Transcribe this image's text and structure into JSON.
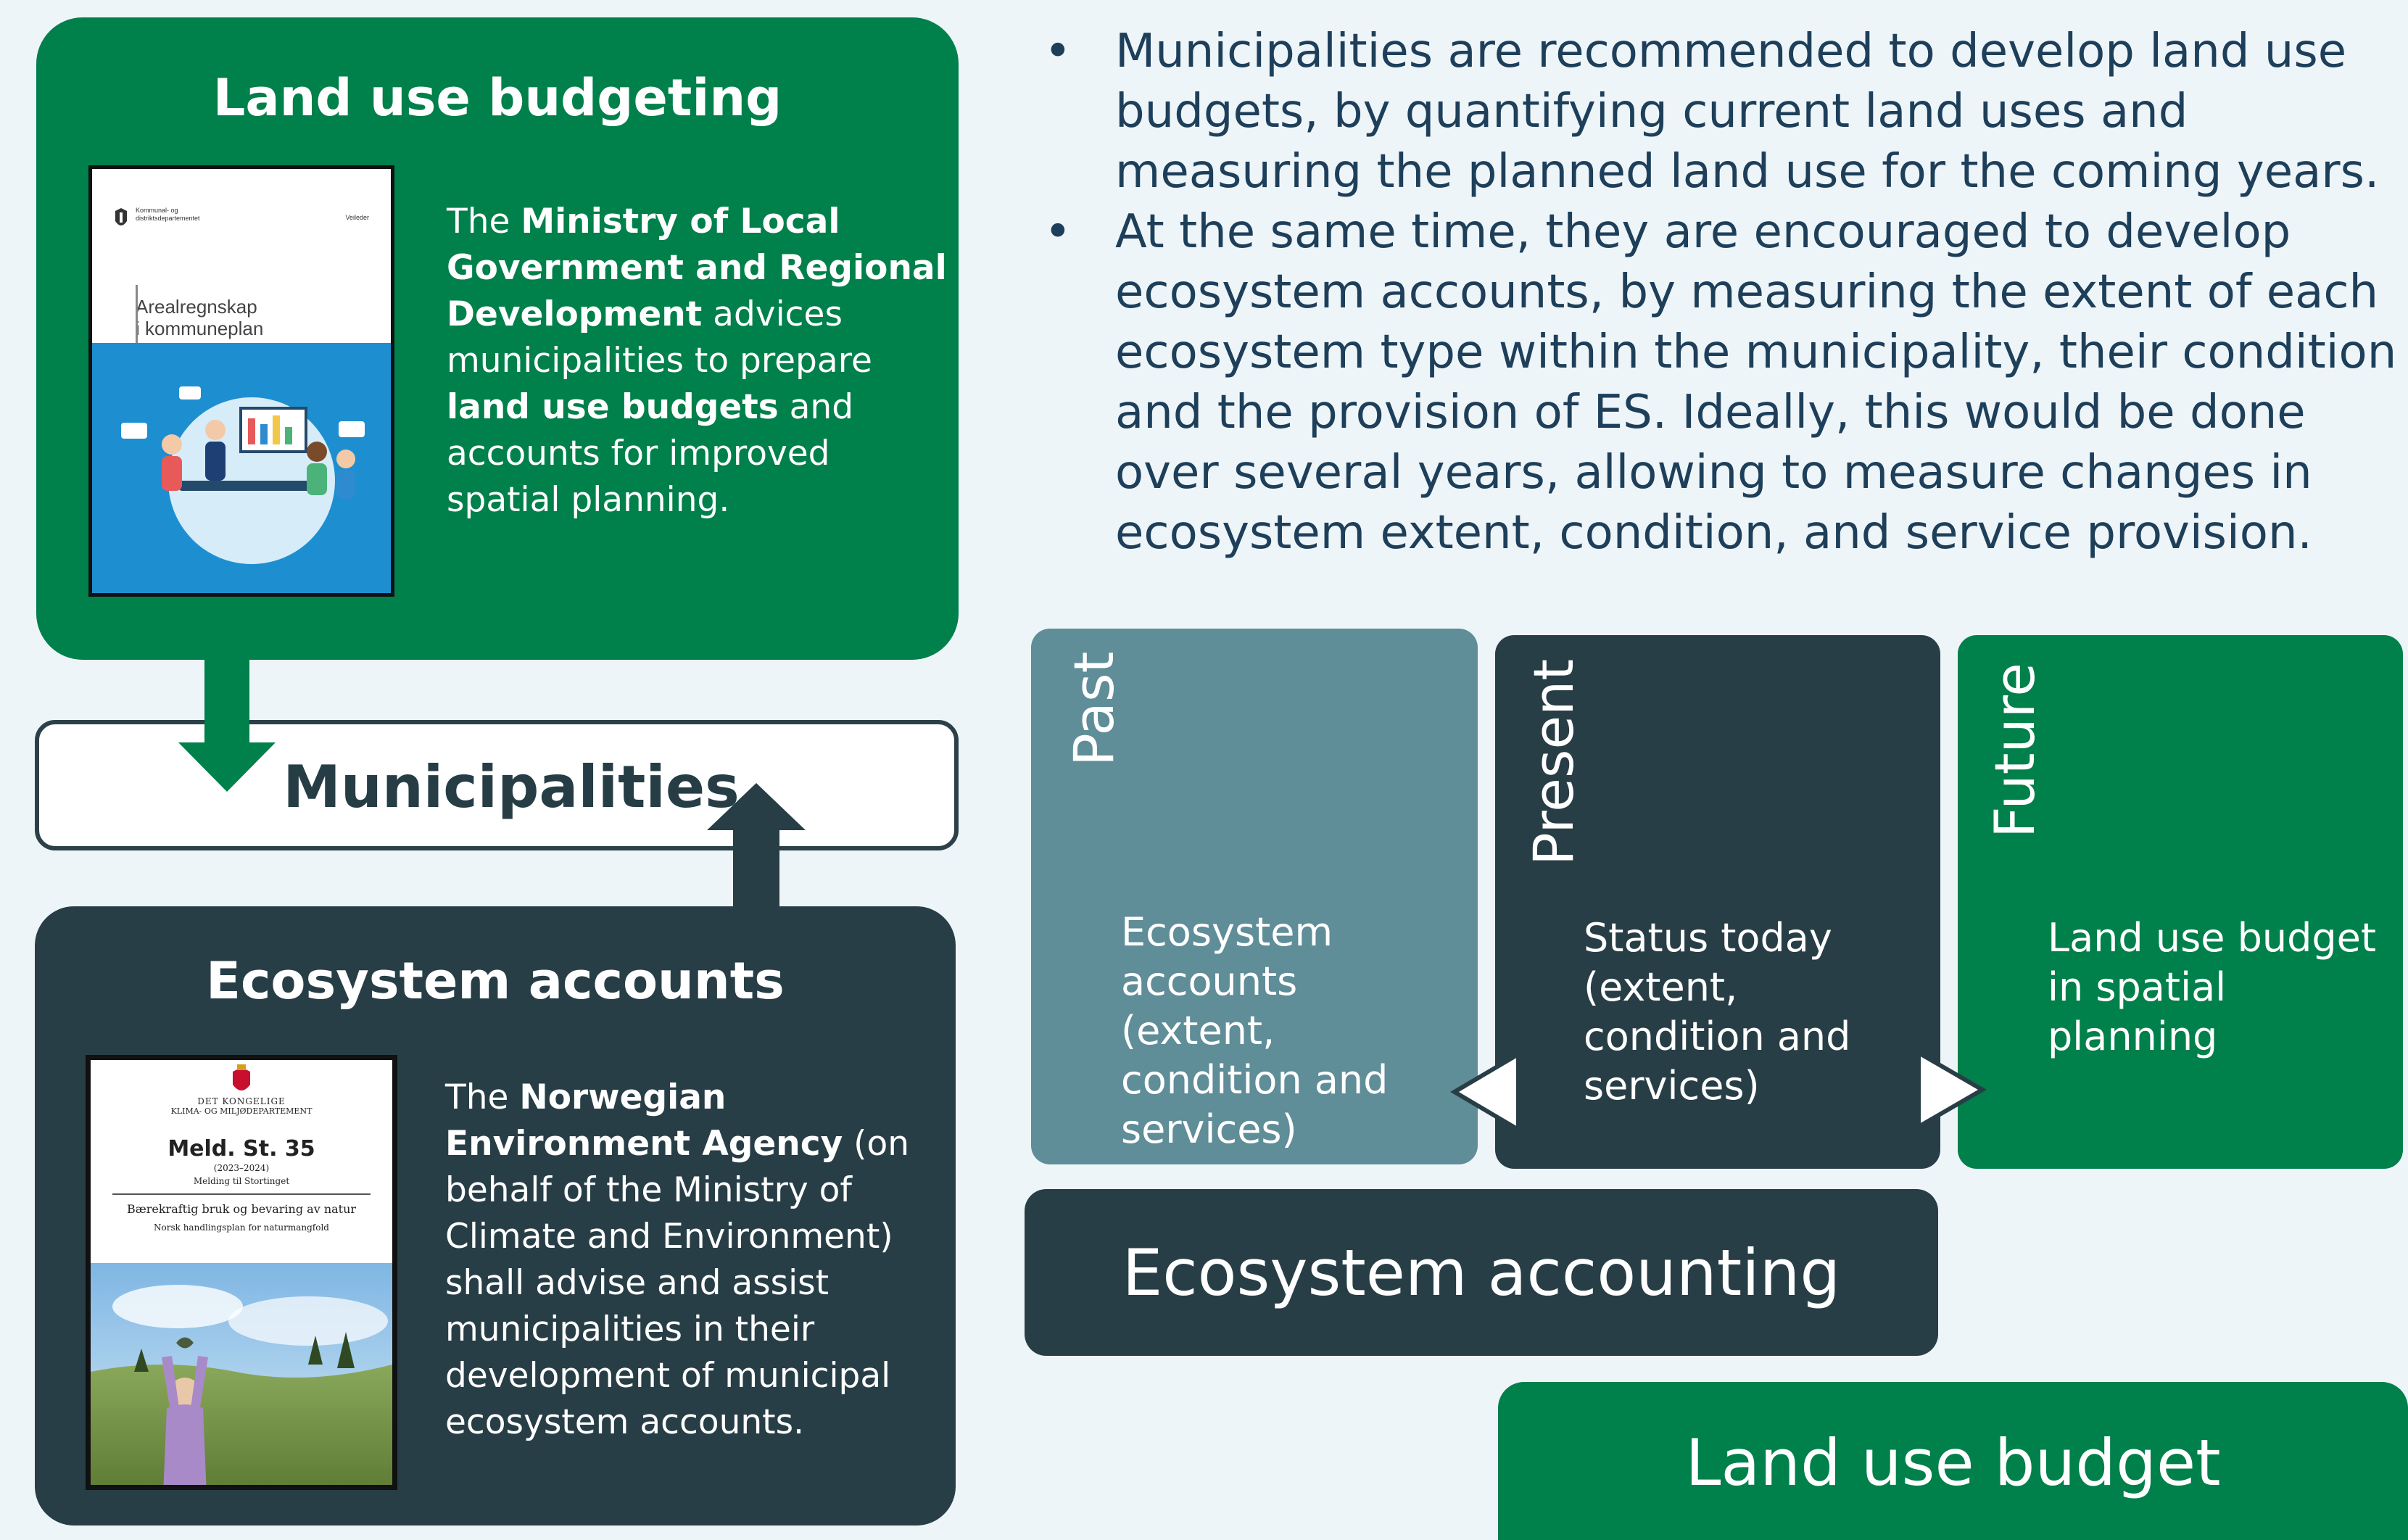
{
  "land_use_panel": {
    "title": "Land use budgeting",
    "text_1": "The ",
    "text_2": "Ministry of Local Government and Regional Development",
    "text_3": " advices municipalities to prepare ",
    "text_4": "land use budgets",
    "text_5": " and accounts for improved spatial planning.",
    "book_ministry": "Kommunal- og distriktsdepartementet",
    "book_type": "Veileder",
    "book_title_line1": "Arealregnskap",
    "book_title_line2": "i kommuneplan"
  },
  "municipalities": {
    "label": "Municipalities"
  },
  "eco_panel": {
    "title": "Ecosystem accounts",
    "text_1": "The ",
    "text_2": "Norwegian Environment Agency",
    "text_3": " (on behalf of the Ministry of Climate and Environment) shall advise and assist municipalities in their development of municipal ecosystem accounts.",
    "book_dept_line1": "DET KONGELIGE",
    "book_dept_line2": "KLIMA- OG MILJØDEPARTEMENT",
    "book_title": "Meld. St. 35",
    "book_year": "(2023–2024)",
    "book_sub": "Melding til Stortinget",
    "book_heading": "Bærekraftig bruk og bevaring av natur",
    "book_plan": "Norsk handlingsplan for naturmangfold"
  },
  "bullets": [
    "Municipalities are recommended to develop land use budgets, by quantifying current land uses and measuring the planned land use for the coming years.",
    "At the same time, they are encouraged to develop ecosystem accounts, by measuring the extent of each ecosystem type within the municipality, their condition and the provision of ES. Ideally, this would be done over several years, allowing to measure changes in ecosystem extent, condition, and service provision."
  ],
  "bullet_symbol": "•",
  "columns": {
    "past": {
      "label": "Past",
      "text": "Ecosystem accounts (extent, condition and services)"
    },
    "present": {
      "label": "Present",
      "text": "Status today (extent, condition and services)"
    },
    "future": {
      "label": "Future",
      "text": "Land use budget in spatial planning"
    }
  },
  "bars": {
    "eco": "Ecosystem accounting",
    "land": "Land use budget"
  },
  "colors": {
    "green": "#00804a",
    "dark": "#283e46",
    "teal": "#5f8d98",
    "background": "#eef5f9",
    "bullet_text": "#1e3f5a"
  }
}
